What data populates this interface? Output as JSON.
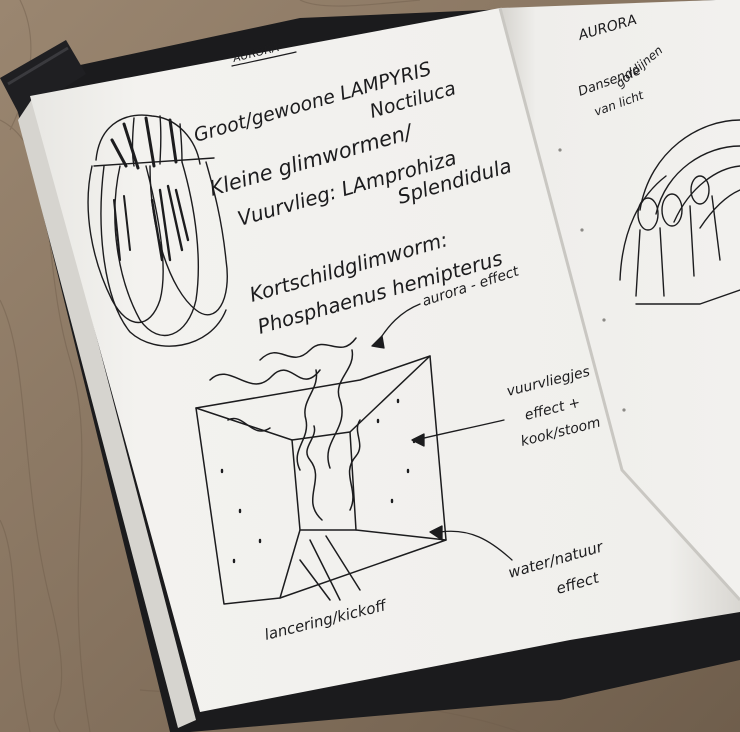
{
  "photo": {
    "subject": "open sketchbook on wooden table",
    "colors": {
      "table": "#8d7a66",
      "table_dark": "#6e5c4a",
      "paper": "#f2f1ee",
      "paper_shade": "#e2e0dc",
      "cover": "#1b1b1d",
      "ink": "#1c1c1e"
    }
  },
  "left_page": {
    "heading": "AURORA",
    "lines": [
      "Groot/gewoone LAMPYRIS",
      "Noctiluca",
      "Kleine glimwormen/",
      "Vuurvlieg: LAmprohiza",
      "Splendidula",
      "Kortschildglimworm:",
      "Phosphaenus hemipterus",
      "aurora - effect",
      "vuurvliegjes",
      "effect +",
      "kook/stoom",
      "water/natuur",
      "effect",
      "lancering/kickoff"
    ]
  },
  "right_page": {
    "heading": "AURORA",
    "lines": [
      "Dansende",
      "gordijnen",
      "van licht"
    ]
  }
}
